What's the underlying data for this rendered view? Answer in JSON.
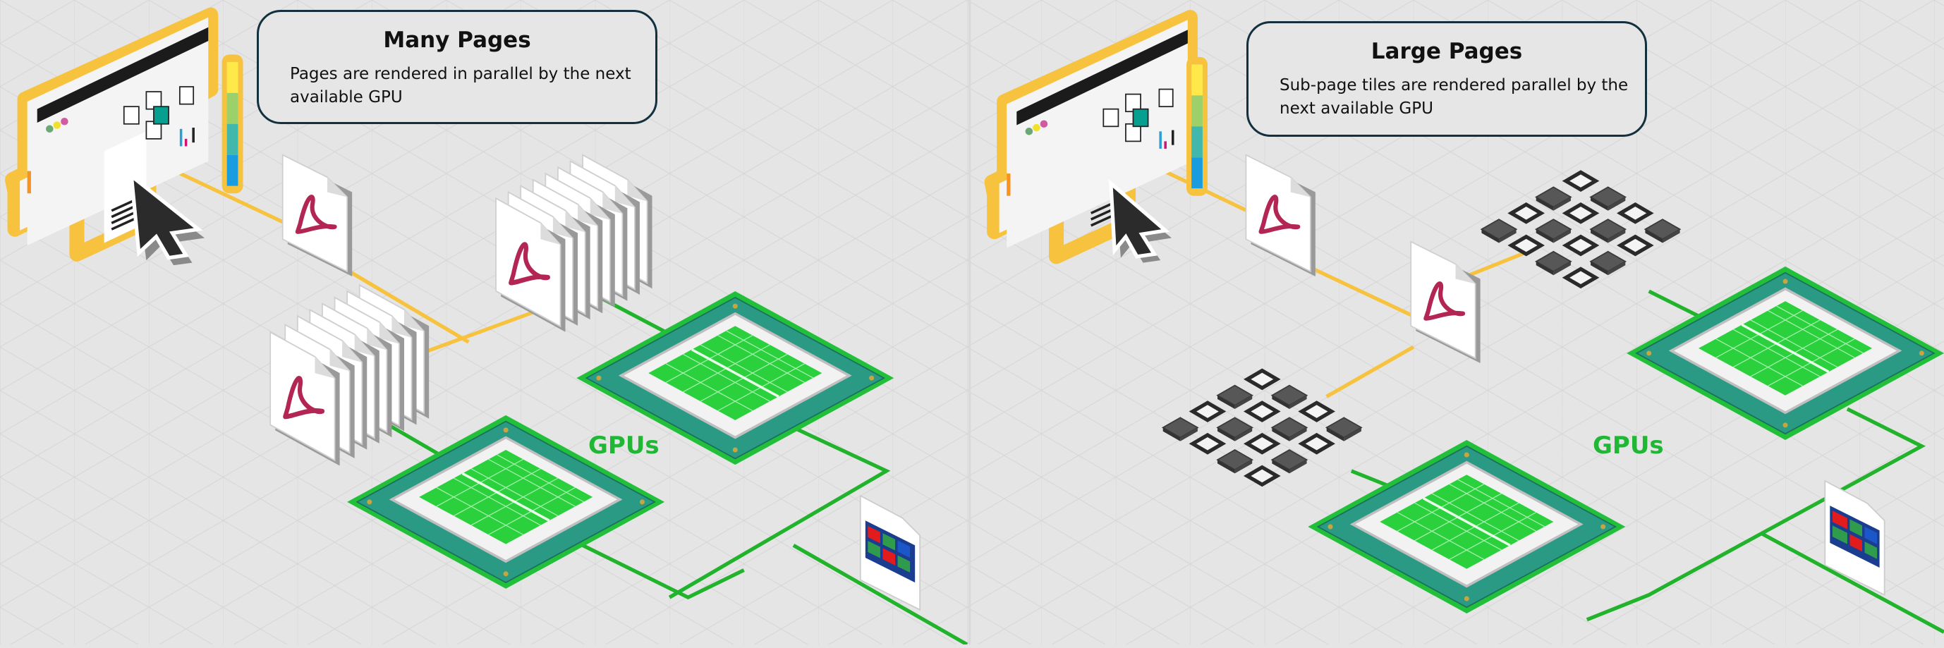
{
  "left_panel": {
    "title": "Many Pages",
    "description": "Pages are rendered in parallel  by the next available GPU",
    "gpus_label": "GPUs"
  },
  "right_panel": {
    "title": "Large Pages",
    "description": "Sub-page tiles are rendered parallel by the next available GPU",
    "gpus_label": "GPUs"
  },
  "icons": [
    "application-window-icon",
    "mouse-cursor-icon",
    "color-scale-icon",
    "pdf-document-icon",
    "pdf-stack-icon",
    "gpu-chip-icon",
    "page-tile-grid-icon",
    "rendered-image-icon"
  ],
  "colors": {
    "background": "#e5e5e5",
    "app_outline": "#f7c23e",
    "connector_yellow": "#f7c23e",
    "connector_green": "#22b32c",
    "gpu_green": "#2bd13d",
    "gpu_teal": "#2a9a85",
    "pdf_red": "#b32653",
    "tile_dark": "#555555"
  },
  "tile_grid": {
    "rows": 4,
    "cols": 4
  }
}
